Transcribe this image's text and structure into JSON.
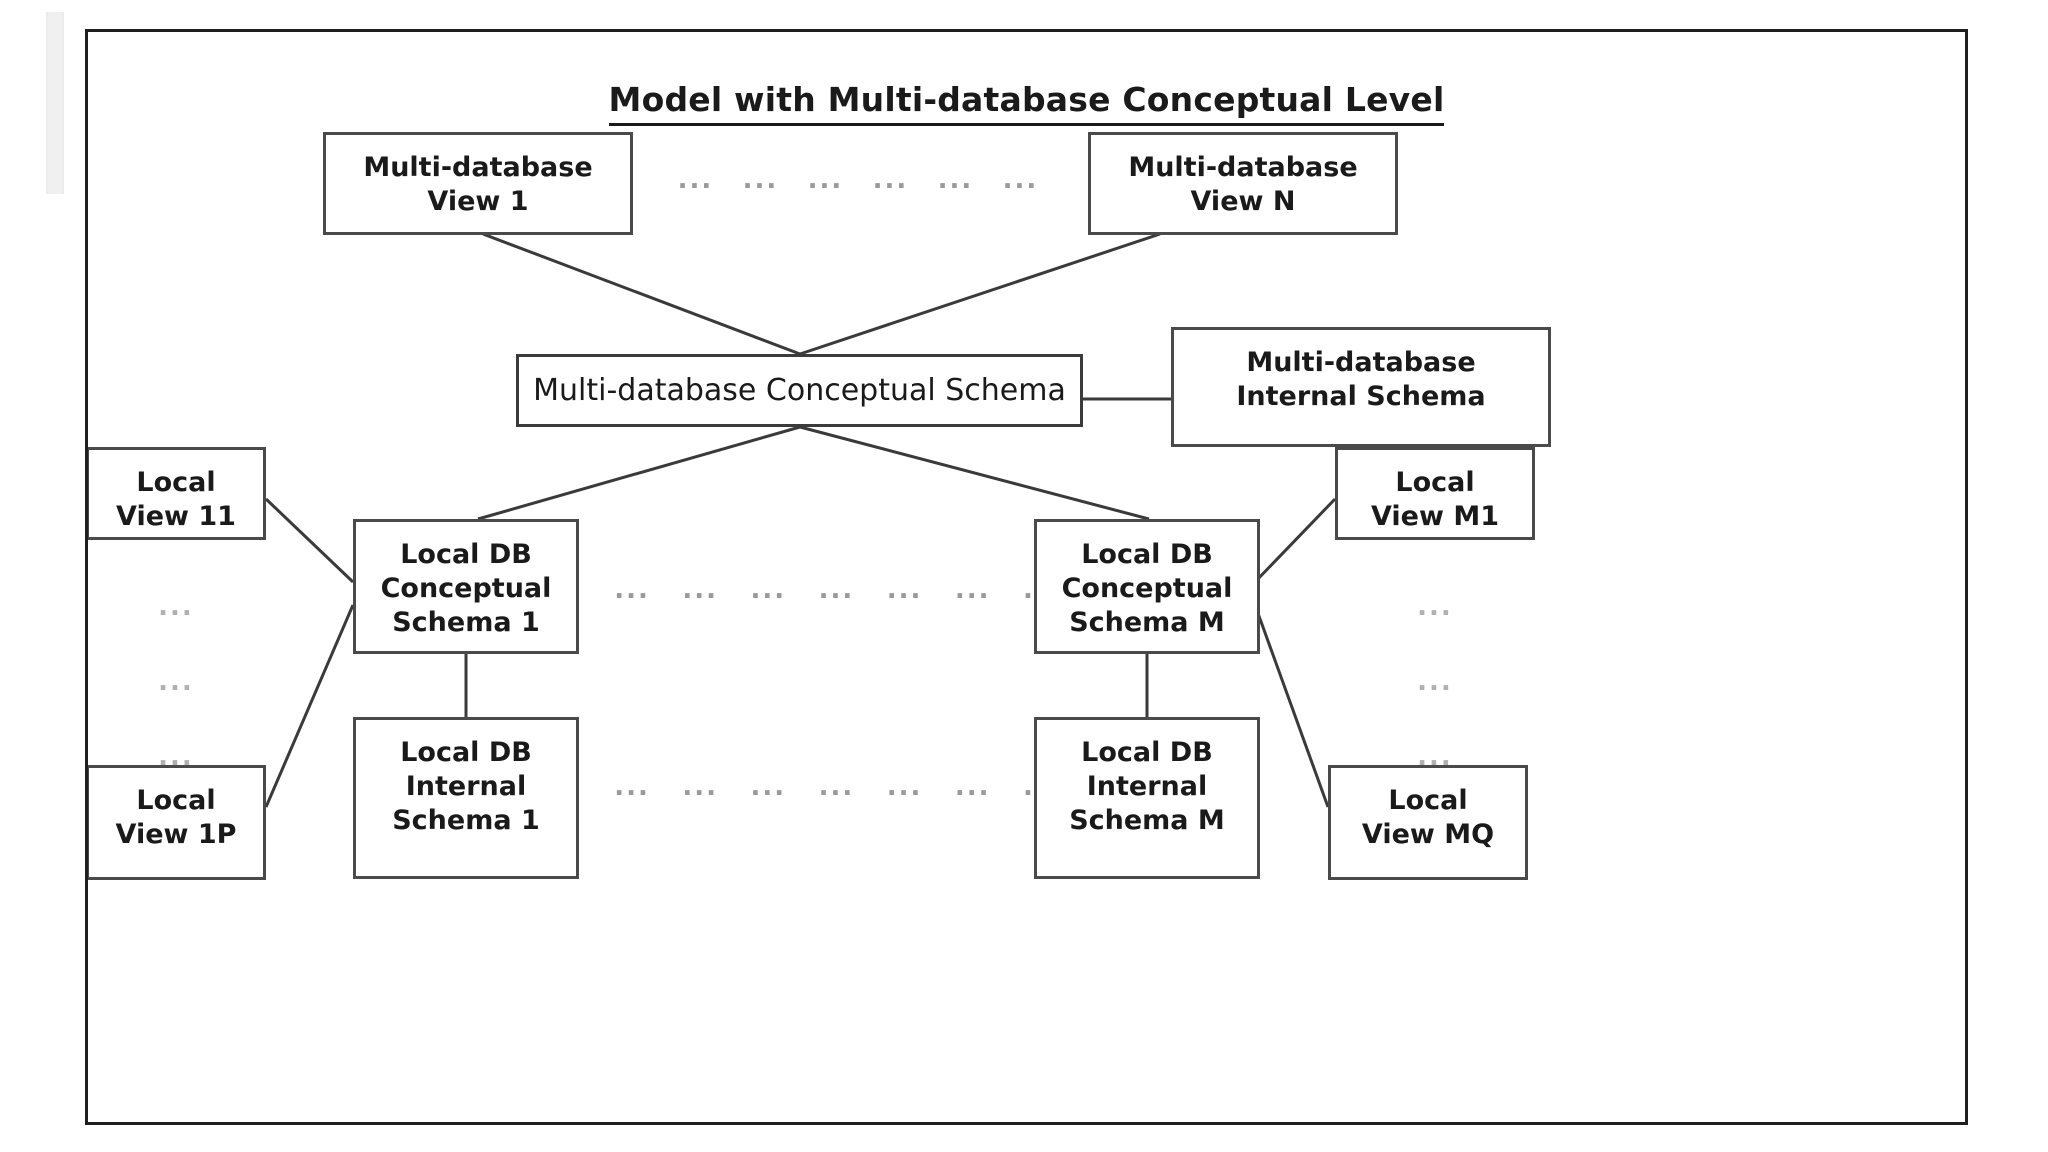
{
  "figure": {
    "title": "Model with Multi-database Conceptual Level"
  },
  "nodes": {
    "mdb_view_1": "Multi-database\nView 1",
    "mdb_view_n": "Multi-database\nView N",
    "mdb_conceptual_schema": "Multi-database Conceptual Schema",
    "mdb_internal_schema": "Multi-database\nInternal Schema",
    "local_view_11": "Local\nView 11",
    "local_view_1p": "Local\nView 1P",
    "local_view_m1": "Local\nView M1",
    "local_view_mq": "Local\nView MQ",
    "local_db_conceptual_schema_1": "Local DB\nConceptual\nSchema 1",
    "local_db_conceptual_schema_m": "Local DB\nConceptual\nSchema M",
    "local_db_internal_schema_1": "Local DB\nInternal\nSchema 1",
    "local_db_internal_schema_m": "Local DB\nInternal\nSchema M"
  },
  "ellipses": {
    "glyph": "...",
    "top_row_count": 6,
    "middle_row_count": 8,
    "bottom_row_count": 8,
    "left_column": [
      "...",
      "...",
      "..."
    ],
    "right_column": [
      "...",
      "...",
      "..."
    ]
  },
  "colors": {
    "frame_border": "#1f1f1f",
    "box_border": "#4a4a4a",
    "connector": "#3a3a3a",
    "text": "#1a1a1a",
    "ellipsis": "#9a9a9a",
    "background": "#ffffff"
  }
}
